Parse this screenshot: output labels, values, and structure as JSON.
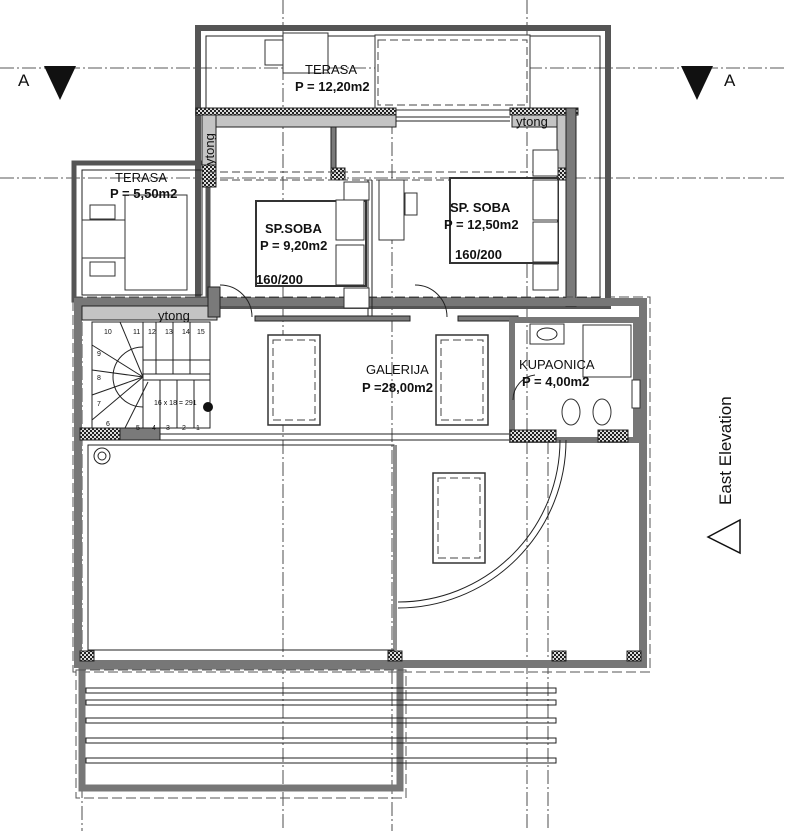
{
  "section_marks": {
    "left": "A",
    "right": "A"
  },
  "elevation_label": "East Elevation",
  "rooms": {
    "terrace_top": {
      "name": "TERASA",
      "area": "P = 12,20m2"
    },
    "terrace_left": {
      "name": "TERASA",
      "area": "P = 5,50m2"
    },
    "bedroom_1": {
      "name": "SP.SOBA",
      "area": "P = 9,20m2",
      "bed": "160/200"
    },
    "bedroom_2": {
      "name": "SP. SOBA",
      "area": "P = 12,50m2",
      "bed": "160/200"
    },
    "gallery": {
      "name": "GALERIJA",
      "area": "P =28,00m2"
    },
    "bathroom": {
      "name": "KUPAONICA",
      "area": "P = 4,00m2"
    }
  },
  "wall_material": [
    "ytong",
    "ytong",
    "ytong"
  ],
  "stairs": {
    "steps": [
      "1",
      "2",
      "3",
      "4",
      "5",
      "6",
      "7",
      "8",
      "9",
      "10",
      "11",
      "12",
      "13",
      "14",
      "15"
    ],
    "formula": "16 x 18 = 291"
  },
  "colors": {
    "wall": "#7a7a7a",
    "ytong": "#c4c4c4",
    "line": "#222222"
  }
}
